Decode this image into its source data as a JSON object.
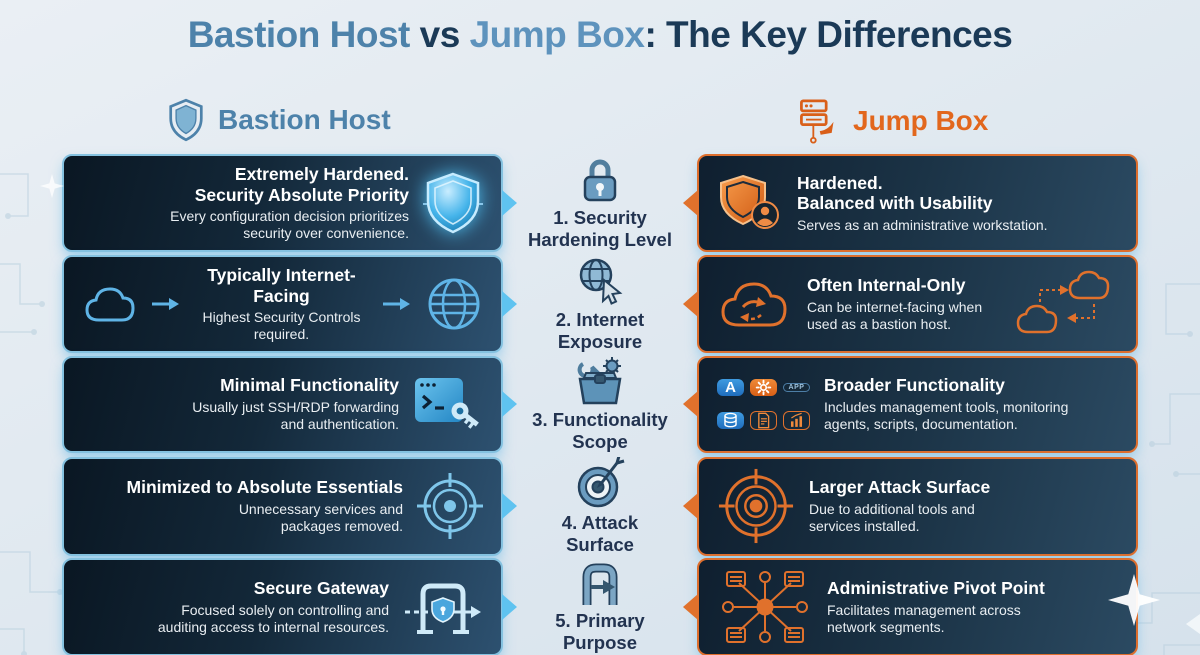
{
  "title": {
    "part_bastion": "Bastion Host",
    "part_vs": " vs ",
    "part_jump": "Jump Box",
    "part_rest": ": The Key Differences"
  },
  "columns": {
    "left": {
      "label": "Bastion Host",
      "icon": "shield-outline-icon"
    },
    "right": {
      "label": "Jump Box",
      "icon": "server-arrow-icon"
    }
  },
  "rows": [
    {
      "center": {
        "label": "1. Security\nHardening Level",
        "icon": "padlock-icon"
      },
      "left": {
        "title": "Extremely Hardened.\nSecurity Absolute Priority",
        "subtitle": "Every configuration decision prioritizes\nsecurity over convenience.",
        "icon": "glowing-shield-icon"
      },
      "right": {
        "title": "Hardened.\nBalanced with Usability",
        "subtitle": "Serves as an administrative workstation.",
        "icon": "shield-user-icon"
      }
    },
    {
      "center": {
        "label": "2. Internet\nExposure",
        "icon": "globe-cursor-icon"
      },
      "left": {
        "title": "Typically Internet-Facing",
        "subtitle": "Highest Security Controls required.",
        "icon": "cloud-icon / globe-icon"
      },
      "right": {
        "title": "Often Internal-Only",
        "subtitle": "Can be internet-facing when\nused as a bastion host.",
        "icon": "cloud-sync-icon / cloud-network-icon"
      }
    },
    {
      "center": {
        "label": "3. Functionality\nScope",
        "icon": "toolbox-icon"
      },
      "left": {
        "title": "Minimal Functionality",
        "subtitle": "Usually just SSH/RDP forwarding\nand authentication.",
        "icon": "terminal-key-icon"
      },
      "right": {
        "title": "Broader Functionality",
        "subtitle": "Includes management tools, monitoring\nagents, scripts, documentation.",
        "icon": "app-grid-icons",
        "app_store_label": "A",
        "app_badge_label": "APP"
      }
    },
    {
      "center": {
        "label": "4. Attack\nSurface",
        "icon": "target-dart-icon"
      },
      "left": {
        "title": "Minimized to Absolute Essentials",
        "subtitle": "Unnecessary services and\npackages removed.",
        "icon": "crosshair-icon"
      },
      "right": {
        "title": "Larger Attack Surface",
        "subtitle": "Due to additional tools and\nservices installed.",
        "icon": "crosshair-icon"
      }
    },
    {
      "center": {
        "label": "5. Primary\nPurpose",
        "icon": "doorway-arrow-icon"
      },
      "left": {
        "title": "Secure Gateway",
        "subtitle": "Focused solely on controlling and\nauditing access to internal resources.",
        "icon": "gateway-shield-icon"
      },
      "right": {
        "title": "Administrative Pivot Point",
        "subtitle": "Facilitates management across\nnetwork segments.",
        "icon": "network-hub-icon"
      }
    }
  ],
  "colors": {
    "bastion_blue": "#4d82aa",
    "jump_orange": "#e2671d",
    "title_navy": "#1b3a57",
    "card_border_blue": "#85c2e0",
    "card_border_orange": "#dd6e2d",
    "card_bg_dark": "#13283a",
    "arrow_blue": "#5fc3f0",
    "arrow_orange": "#e0712c"
  }
}
